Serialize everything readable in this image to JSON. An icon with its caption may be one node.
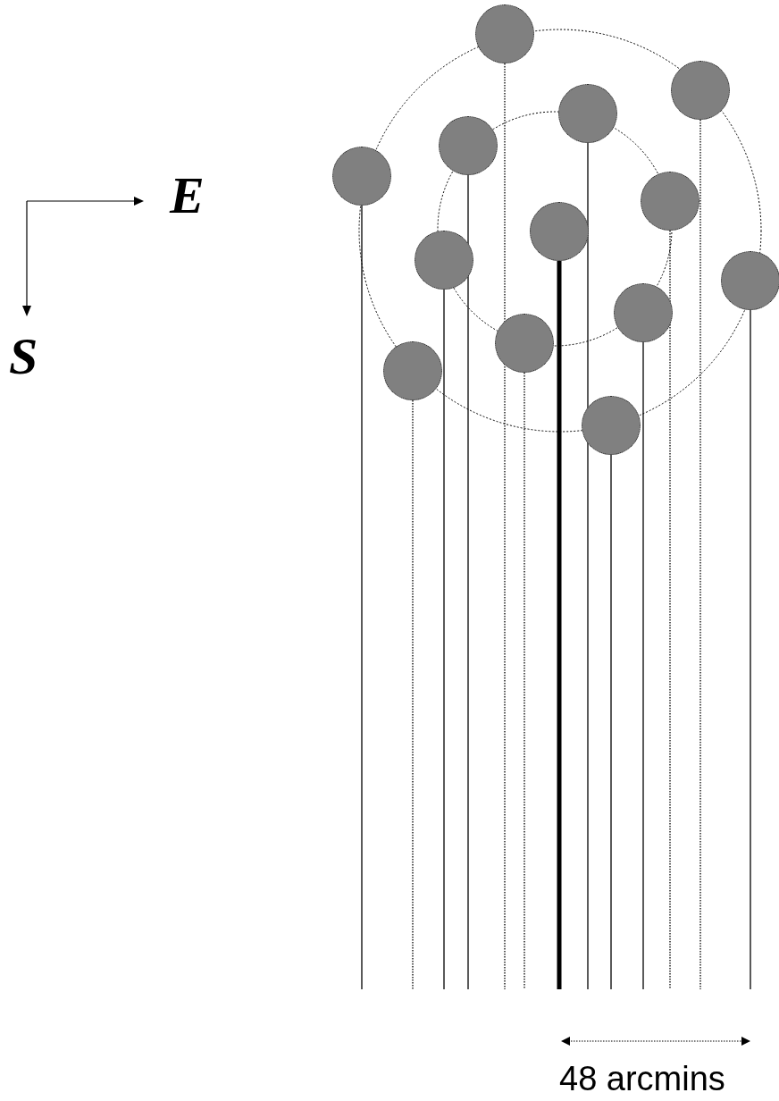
{
  "diagram": {
    "nodes": [
      {
        "text": [],
        "shape": "circle"
      },
      {
        "text": [],
        "shape": "circle"
      },
      {
        "text": [],
        "shape": "circle"
      },
      {
        "text": [],
        "shape": "circle"
      },
      {
        "text": [],
        "shape": "circle"
      },
      {
        "text": [],
        "shape": "circle"
      },
      {
        "text": [],
        "shape": "circle"
      },
      {
        "text": [],
        "shape": "circle"
      },
      {
        "text": [],
        "shape": "circle"
      },
      {
        "text": [],
        "shape": "circle"
      },
      {
        "text": [],
        "shape": "circle"
      },
      {
        "text": [],
        "shape": "circle"
      },
      {
        "text": [],
        "shape": "circle"
      }
    ],
    "edges": [
      {
        "from": 0,
        "to": null,
        "arrow": "none",
        "style": "dashed"
      },
      {
        "from": 1,
        "to": null,
        "arrow": "none",
        "style": "dashed"
      },
      {
        "from": 2,
        "to": null,
        "arrow": "none"
      },
      {
        "from": 3,
        "to": null,
        "arrow": "none"
      },
      {
        "from": 4,
        "to": null,
        "arrow": "none"
      },
      {
        "from": 5,
        "to": null,
        "arrow": "none",
        "style": "dashed"
      },
      {
        "from": 6,
        "to": null,
        "arrow": "none",
        "style": "thick"
      },
      {
        "from": 7,
        "to": null,
        "arrow": "none"
      },
      {
        "from": 8,
        "to": null,
        "arrow": "none"
      },
      {
        "from": 9,
        "to": null,
        "arrow": "none"
      },
      {
        "from": 10,
        "to": null,
        "arrow": "none",
        "style": "dashed"
      },
      {
        "from": 11,
        "to": null,
        "arrow": "none",
        "style": "dashed"
      },
      {
        "from": 12,
        "to": null,
        "arrow": "none"
      }
    ],
    "labels": [
      "E",
      "S",
      "48 arcmins"
    ]
  }
}
